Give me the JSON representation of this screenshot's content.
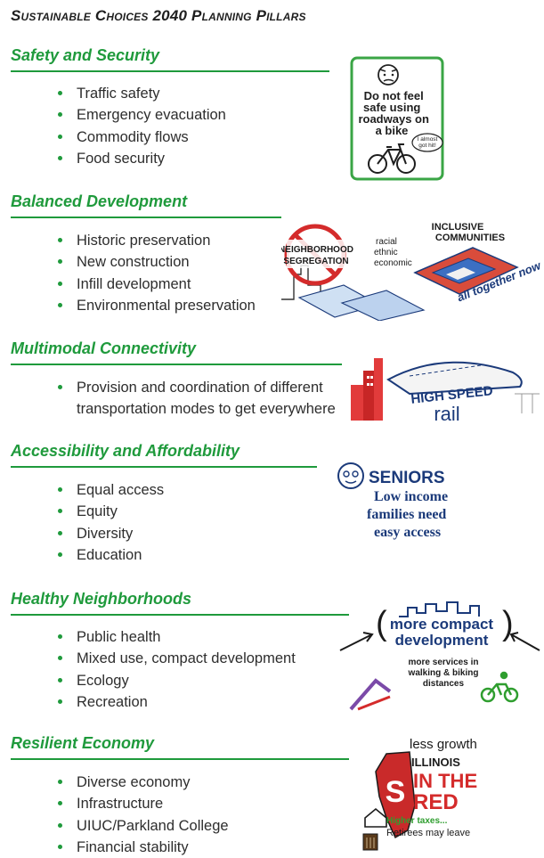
{
  "page_title": "Sustainable Choices 2040 Planning Pillars",
  "sections": [
    {
      "heading": "Safety and Security",
      "items": [
        "Traffic safety",
        "Emergency evacuation",
        "Commodity flows",
        "Food security"
      ],
      "illustration": {
        "name": "bike-safety-sketch",
        "text_main": "Do not feel safe using roadways on a bike",
        "text_bubble": "I almost got hit!"
      }
    },
    {
      "heading": "Balanced Development",
      "items": [
        "Historic preservation",
        "New construction",
        "Infill development",
        "Environmental preservation"
      ],
      "illustration": {
        "name": "inclusive-communities-sketch",
        "text_sign": "Neighborhood Segregation",
        "text_list": "racial ethnic economic",
        "text_top": "Inclusive Communities",
        "text_bottom": "all together now"
      }
    },
    {
      "heading": "Multimodal Connectivity",
      "items": [
        "Provision and coordination of different transportation modes to get everywhere"
      ],
      "illustration": {
        "name": "high-speed-rail-sketch",
        "text": "High Speed rail"
      }
    },
    {
      "heading": "Accessibility and Affordability",
      "items": [
        "Equal access",
        "Equity",
        "Diversity",
        "Education"
      ],
      "illustration": {
        "name": "seniors-access-sketch",
        "text": "Seniors Low income families need easy access"
      }
    },
    {
      "heading": "Healthy Neighborhoods",
      "items": [
        "Public health",
        "Mixed use, compact development",
        "Ecology",
        "Recreation"
      ],
      "illustration": {
        "name": "compact-development-sketch",
        "text_main": "more compact development",
        "text_sub": "more services in walking & biking distances"
      }
    },
    {
      "heading": "Resilient Economy",
      "items": [
        "Diverse economy",
        "Infrastructure",
        "UIUC/Parkland College",
        "Financial stability"
      ],
      "illustration": {
        "name": "illinois-red-sketch",
        "text_top": "less growth",
        "text_state": "Illinois",
        "text_red": "in the Red",
        "text_taxes": "Higher taxes...",
        "text_retirees": "Retirees may leave"
      }
    }
  ],
  "colors": {
    "heading_green": "#1f9a3c",
    "bullet_green": "#1f9a3c",
    "sketch_red": "#d42b2b",
    "sketch_blue": "#1b3a7a",
    "sketch_green": "#2f9e2f"
  }
}
